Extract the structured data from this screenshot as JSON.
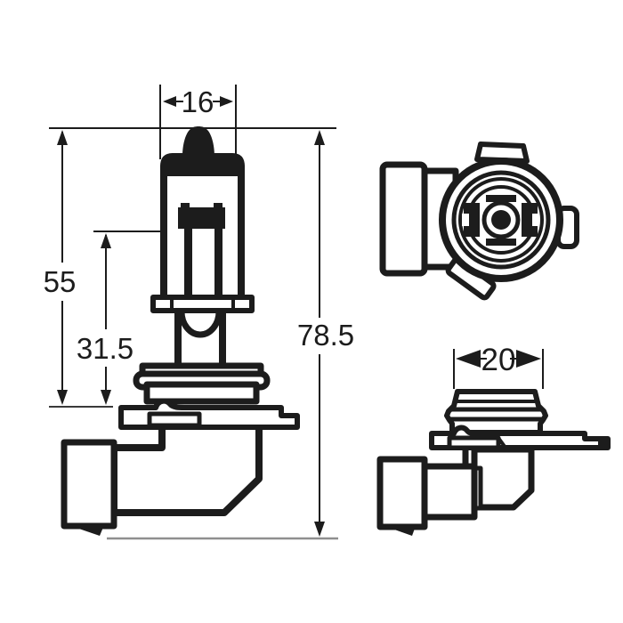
{
  "colors": {
    "line": "#1c1c1c",
    "refline": "#8f8f8f",
    "seatline": "#3a3a3a",
    "bg": "#ffffff"
  },
  "dimensions": {
    "tip_width": "16",
    "glass_length": "55",
    "light_center_length": "31.5",
    "overall_length": "78.5",
    "seal_width": "20"
  }
}
